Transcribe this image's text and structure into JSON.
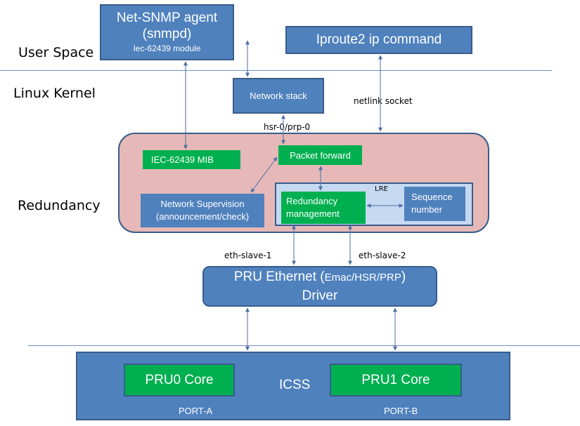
{
  "layers": {
    "user_space": "User Space",
    "linux_kernel": "Linux Kernel",
    "redundancy": "Redundancy"
  },
  "boxes": {
    "snmp": {
      "line1": "Net-SNMP agent",
      "line2": "(snmpd)",
      "line3": "Iec-62439 module"
    },
    "iproute": "Iproute2 ip command",
    "netstack": "Network stack",
    "mib": "IEC-62439 MIB",
    "packet_forward": "Packet forward",
    "supervision": {
      "line1": "Network Supervision",
      "line2": "(announcement/check)"
    },
    "lre": "LRE",
    "redundancy_mgmt": {
      "line1": "Redundancy",
      "line2": "management"
    },
    "sequence": {
      "line1": "Sequence",
      "line2": "number"
    },
    "pru_driver": {
      "line1a": "PRU Ethernet (",
      "line1b": "Emac/HSR/PRP",
      "line1c": ")",
      "line2": "Driver"
    },
    "icss": "ICSS",
    "pru0": "PRU0 Core",
    "pru1": "PRU1 Core"
  },
  "labels": {
    "netlink": "netlink socket",
    "hsr": "hsr-0/prp-0",
    "eth1": "eth-slave-1",
    "eth2": "eth-slave-2",
    "port_a": "PORT-A",
    "port_b": "PORT-B"
  },
  "colors": {
    "box_blue": "#4f81bd",
    "box_border": "#385d8a",
    "green": "#00b050",
    "redundancy_bg": "#e6b9b8",
    "lre_bg": "#c5d9f1"
  }
}
